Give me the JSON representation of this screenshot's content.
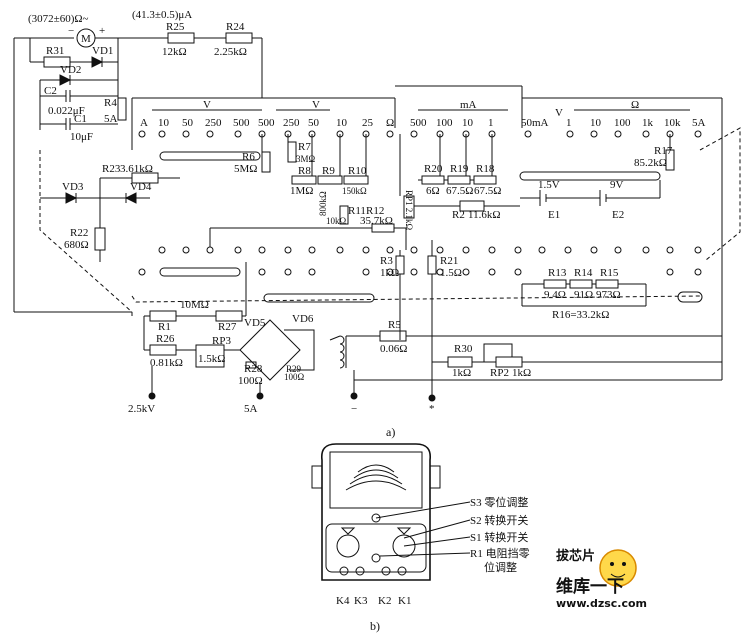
{
  "figure_a": {
    "caption": "a)",
    "meter": {
      "resistance": "(3072±60)Ω~",
      "current": "(41.3±0.5)μA",
      "symbol": "M",
      "minus": "−",
      "plus": "+"
    },
    "range_headers": {
      "v1": "V",
      "v2": "V",
      "ma": "mA",
      "ohm": "Ω",
      "v_tilde": "V",
      "ma_50": "50mA",
      "five_a": "5A"
    },
    "scale_left": [
      "A",
      "10",
      "50",
      "250",
      "500",
      "500",
      "250",
      "50",
      "10",
      "25",
      "Ω"
    ],
    "scale_ma": [
      "500",
      "100",
      "10",
      "1"
    ],
    "scale_right": [
      "1",
      "10",
      "100",
      "1k",
      "10k",
      "5A"
    ],
    "components": {
      "r31": "R31",
      "vd1": "VD1",
      "r25": "R25",
      "r25_val": "12kΩ",
      "r24": "R24",
      "r24_val": "2.25kΩ",
      "vd2": "VD2",
      "c2": "C2",
      "c2_val": "0.022μF",
      "c1": "C1",
      "c1_val": "10μF",
      "r4": "R4",
      "r4_val": "5A",
      "r23": "R23",
      "r23_val": "3.61kΩ",
      "vd3": "VD3",
      "vd4": "VD4",
      "r22": "R22",
      "r22_val": "680Ω",
      "r6": "R6",
      "r6_val": "5MΩ",
      "r7": "R7",
      "r7_val": "3MΩ",
      "r8": "R8",
      "r8_val": "1MΩ",
      "r9": "R9",
      "r9_val": "800kΩ",
      "r10": "R10",
      "r10_val": "150kΩ",
      "r11": "R11",
      "r11_val": "10kΩ",
      "r12": "R12",
      "r12_val": "35.7kΩ",
      "rp1": "RP1 2.1kΩ",
      "r20": "R20",
      "r20_val": "6Ω",
      "r19": "R19",
      "r19_val": "67.5Ω",
      "r18": "R18",
      "r18_val": "67.5Ω",
      "r17": "R17",
      "r17_val": "85.2kΩ",
      "bat1": "1.5V",
      "bat2": "9V",
      "e1": "E1",
      "e2": "E2",
      "r2": "R2",
      "r2_val": "11.6kΩ",
      "r3": "R3",
      "r3_val": "1kΩ",
      "r21": "R21",
      "r21_val": "1.5Ω",
      "r13": "R13",
      "r13_val": "9.4Ω",
      "r14": "R14",
      "r14_val": "91Ω",
      "r15": "R15",
      "r15_val": "973Ω",
      "r16": "R16=33.2kΩ",
      "r1": "R1",
      "r1_val": "10MΩ",
      "r27": "R27",
      "r26": "R26",
      "r26_val": "0.81kΩ",
      "rp3": "RP3",
      "rp3_val": "1.5kΩ",
      "vd5": "VD5",
      "vd6": "VD6",
      "r28": "R28",
      "r28_val": "100Ω",
      "r29": "R29",
      "r29_val": "100Ω",
      "r5": "R5",
      "r5_val": "0.06Ω",
      "r30": "R30",
      "r30_val": "1kΩ",
      "rp2": "RP2",
      "rp2_val": "1kΩ"
    },
    "terminals": {
      "t_2500v": "2.5kV",
      "t_5a": "5A",
      "t_minus": "−",
      "t_star": "*"
    }
  },
  "figure_b": {
    "caption": "b)",
    "labels": [
      "S3 零位调整",
      "S2 转换开关",
      "S1 转换开关",
      "R1 电阻挡零",
      "位调整"
    ],
    "jacks": [
      "K4",
      "K3",
      "K2",
      "K1"
    ]
  },
  "watermark": {
    "title": "维库一下",
    "url": "www.dzsc.com",
    "badge": "拔芯片"
  }
}
